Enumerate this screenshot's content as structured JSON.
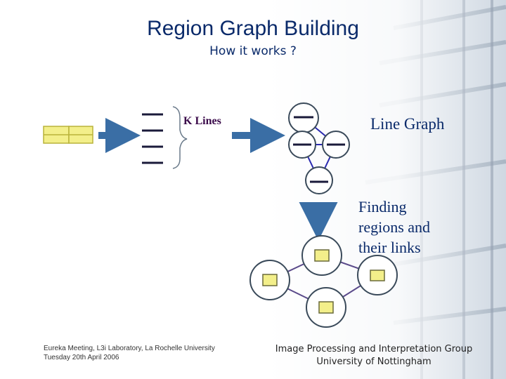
{
  "slide": {
    "title": "Region Graph Building",
    "subtitle": "How it works ?"
  },
  "diagram": {
    "klines_label": "K Lines",
    "line_graph_label": "Line Graph",
    "finding_label": {
      "line1": "Finding",
      "line2": "regions and",
      "line3": "their links"
    }
  },
  "footer": {
    "left_line1": "Eureka Meeting, L3i Laboratory, La Rochelle University",
    "left_line2": "Tuesday 20th April 2006",
    "right_line1": "Image Processing and Interpretation Group",
    "right_line2": "University of Nottingham"
  },
  "colors": {
    "title": "#0a2a6a",
    "arrow": "#3a6ea5",
    "region_fill": "#f3ef8a",
    "region_stroke": "#b9b33a",
    "graph_edge": "#2a2ab0"
  }
}
